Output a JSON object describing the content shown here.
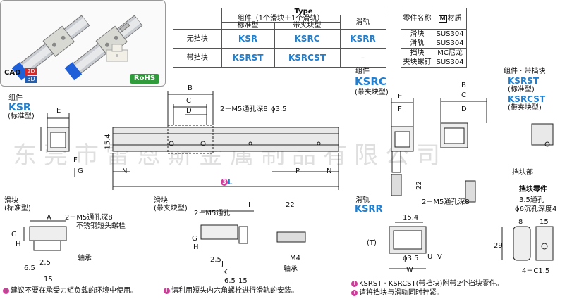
{
  "photo": {
    "cad_label": "CAD",
    "cad_2d": "2D",
    "cad_3d": "3D",
    "rohs": "RoHS"
  },
  "table": {
    "type_header": "Type",
    "assembly_header": "组件（1个滑块＋1个滑轨）",
    "standard_header": "标准型",
    "clamp_header": "带夹块型",
    "rail_header": "滑轨",
    "part_name_header": "零件名称",
    "material_icon": "M",
    "material_header": "材质",
    "rows": [
      {
        "label": "无挡块",
        "standard": "KSR",
        "clamp": "KSRC",
        "rail": "KSRR"
      },
      {
        "label": "带挡块",
        "standard": "KSRST",
        "clamp": "KSRCST",
        "rail": "–"
      }
    ],
    "parts": [
      {
        "name": "滑块",
        "material": "SUS304"
      },
      {
        "name": "滑轨",
        "material": "SUS304"
      },
      {
        "name": "挡块",
        "material": "MC尼龙"
      },
      {
        "name": "夹块螺钉",
        "material": "SUS304"
      }
    ]
  },
  "labels": {
    "ksr_group": "组件",
    "ksr_code": "KSR",
    "ksr_type": "(标准型)",
    "ksrc_group": "组件",
    "ksrc_code": "KSRC",
    "ksrc_type": "(带夹块型)",
    "st_group": "组件 · 带挡块",
    "ksrst_code": "KSRST",
    "ksrst_type": "(标准型)",
    "ksrcst_code": "KSRCST",
    "ksrcst_type": "(带夹块型)",
    "slider_std": "滑块",
    "slider_std_type": "(标准型)",
    "slider_clamp": "滑块",
    "slider_clamp_type": "(带夹块型)",
    "rail_label": "滑轨",
    "rail_code": "KSRR",
    "stopper_part": "挡块零件",
    "stopper_hole": "3.5通孔",
    "stopper_cb": "ϕ6沉孔深度4",
    "stopper_chamfer": "4－C1.5",
    "stopper_label": "挡块部",
    "m5_hole_depth": "2－M5通孔深8",
    "m5_hole": "2－M5通孔",
    "phi35": "ϕ3.5",
    "ss_bolt": "不锈钢短头螺栓",
    "bearing": "轴承",
    "m4": "M4",
    "L": "L",
    "L_num": "3"
  },
  "dims": {
    "B": "B",
    "C": "C",
    "D": "D",
    "E": "E",
    "F": "F",
    "G": "G",
    "N": "N",
    "P": "P",
    "A": "A",
    "H": "H",
    "I": "I",
    "J": "J",
    "K": "K",
    "T": "(T)",
    "U": "U",
    "V": "V",
    "W": "W",
    "d154": "15.4",
    "d22": "22",
    "d22b": "22",
    "d65": "6.5",
    "d65b": "6.5",
    "d15": "15",
    "d15b": "15",
    "d25": "2.5",
    "d25b": "2.5",
    "d35": "3.5",
    "d8": "8",
    "d29": "29",
    "d15c": "15"
  },
  "notes": {
    "n1": "建议不要在承受力矩负载的环境中使用。",
    "n2": "请利用短头内六角螺栓进行滑轨的安装。",
    "n3": "KSRST · KSRCST(带挡块)附带2个挡块零件。",
    "n4": "请将挡块与滑轨同时拧紧。"
  },
  "watermark": "东莞市雷恩斯金属制品有限公司"
}
